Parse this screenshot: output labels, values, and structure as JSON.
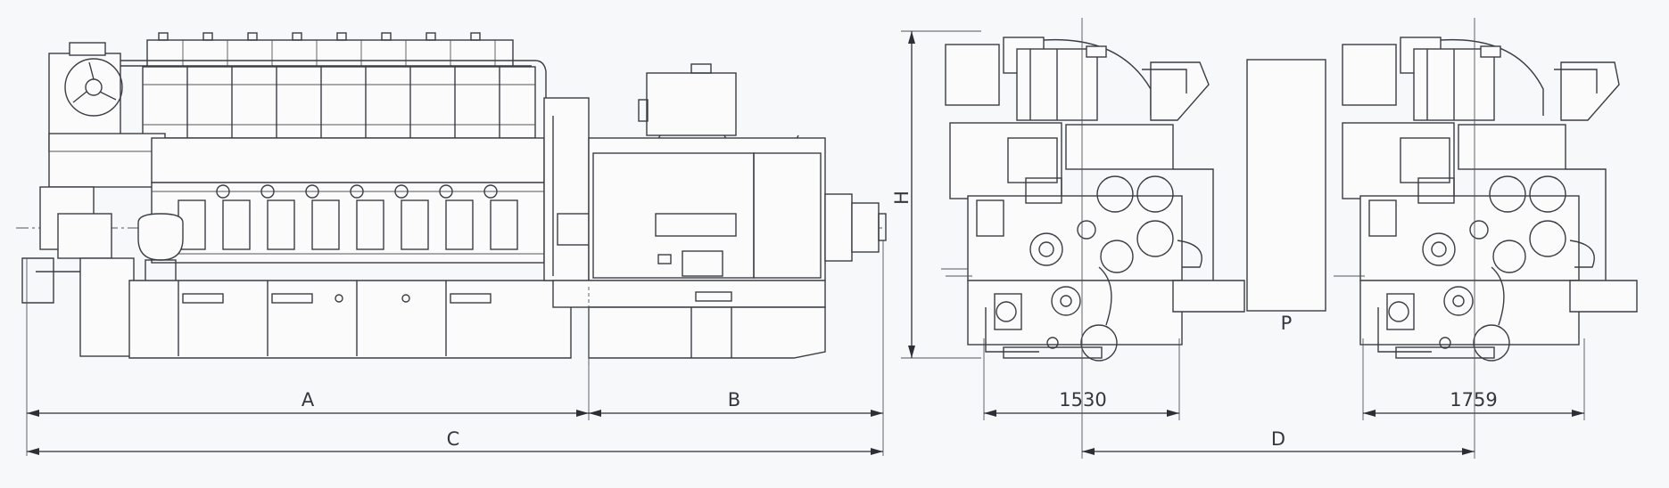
{
  "drawing": {
    "side_view": {
      "dim_A": "A",
      "dim_B": "B",
      "dim_C": "C",
      "dim_H": "H"
    },
    "end_view_1": {
      "width_label": "1530"
    },
    "end_view_2": {
      "width_label": "1759"
    },
    "dim_D": "D",
    "panel_P": "P"
  }
}
